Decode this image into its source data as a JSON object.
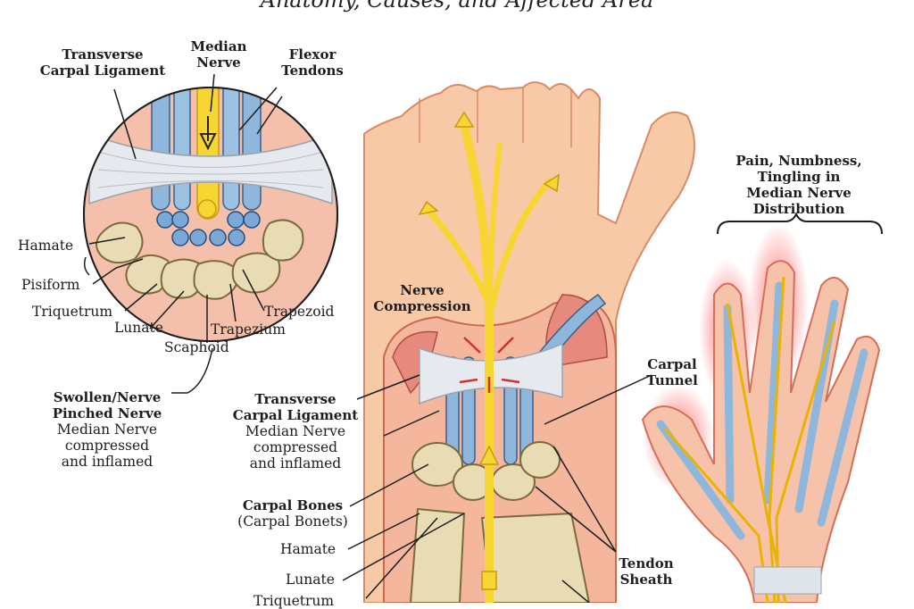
{
  "title": "Anatomy, Causes, and Affected Area",
  "cross_section": {
    "transverse_carpal_ligament": [
      "Transverse",
      "Carpal Ligament"
    ],
    "median_nerve": [
      "Median",
      "Nerve"
    ],
    "flexor_tendons": [
      "Flexor",
      "Tendons"
    ],
    "bones": {
      "hamate": "Hamate",
      "pisiform": "Pisiform",
      "triquetrum": "Triquetrum",
      "lunate": "Lunate",
      "trapezoid": "Trapezoid",
      "trapezium": "Trapezium",
      "scaphoid": "Scaphoid"
    },
    "swollen": {
      "heading": [
        "Swollen/Nerve",
        "Pinched Nerve"
      ],
      "desc": [
        "Median Nerve",
        "compressed",
        "and inflamed"
      ]
    }
  },
  "wrist": {
    "nerve_compression": [
      "Nerve",
      "Compression"
    ],
    "ligament": {
      "heading": [
        "Transverse",
        "Carpal Ligament"
      ],
      "desc": [
        "Median Nerve",
        "compressed",
        "and inflamed"
      ]
    },
    "carpal_tunnel": [
      "Carpal",
      "Tunnel"
    ],
    "carpal_bones": {
      "heading": "Carpal Bones",
      "sub": "(Carpal Bonets)"
    },
    "hamate": "Hamate",
    "lunate": "Lunate",
    "triquetrum": "Triquetrum",
    "tendon_sheath": [
      "Tendon",
      "Sheath"
    ]
  },
  "hand": {
    "symptoms": [
      "Pain, Numbness,",
      "Tingling in",
      "Median Nerve",
      "Distribution"
    ]
  },
  "colors": {
    "skin": "#f7c9a6",
    "skin_outline": "#d98a66",
    "nerve": "#f7d533",
    "tendon": "#8fb7dc",
    "ligament": "#e6e9ee",
    "bone": "#e9dcb4",
    "muscle": "#e58a7d",
    "inflamed": "#ea4a4a",
    "arrow": "#d33030"
  }
}
